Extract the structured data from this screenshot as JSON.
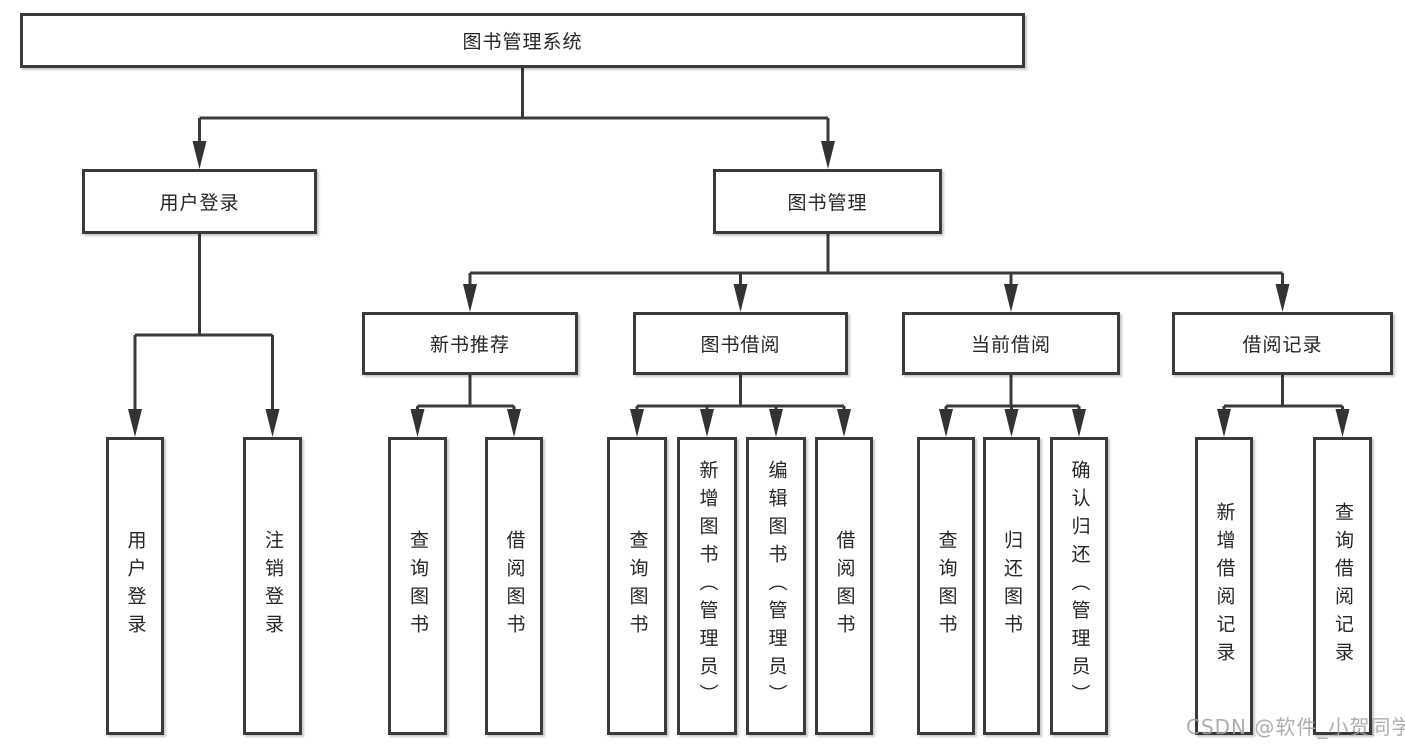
{
  "title": "图书管理系统",
  "tree": {
    "root": {
      "label": "图书管理系统"
    },
    "branches": [
      {
        "label": "用户登录",
        "children": [
          "用户登录",
          "注销登录"
        ]
      },
      {
        "label": "图书管理",
        "sections": [
          {
            "label": "新书推荐",
            "children": [
              "查询图书",
              "借阅图书"
            ]
          },
          {
            "label": "图书借阅",
            "children": [
              "查询图书",
              "新增图书（管理员）",
              "编辑图书（管理员）",
              "借阅图书"
            ]
          },
          {
            "label": "当前借阅",
            "children": [
              "查询图书",
              "归还图书",
              "确认归还（管理员）"
            ]
          },
          {
            "label": "借阅记录",
            "children": [
              "新增借阅记录",
              "查询借阅记录"
            ]
          }
        ]
      }
    ]
  },
  "watermark": "CSDN @软件_小贺同学",
  "colors": {
    "line": "#3a3a3a",
    "box_border": "#3a3a3a",
    "text": "#262626",
    "watermark": "#a5a5a5",
    "background": "#ffffff"
  }
}
